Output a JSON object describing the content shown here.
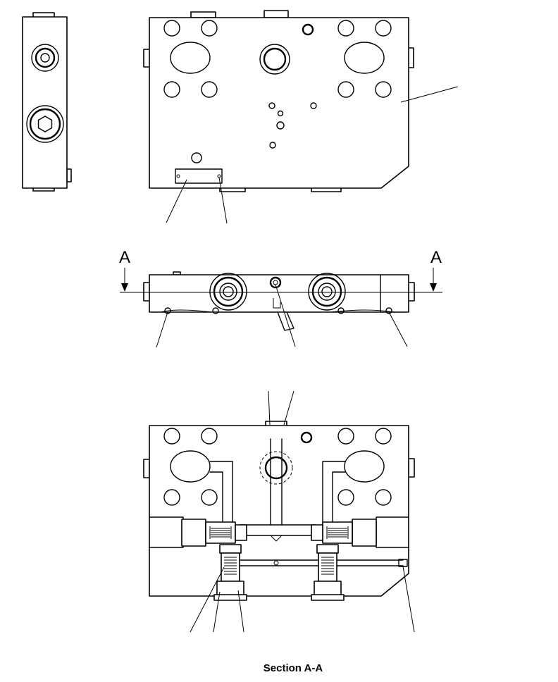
{
  "section_marker_left": "A",
  "section_marker_right": "A",
  "caption": "Section A-A"
}
